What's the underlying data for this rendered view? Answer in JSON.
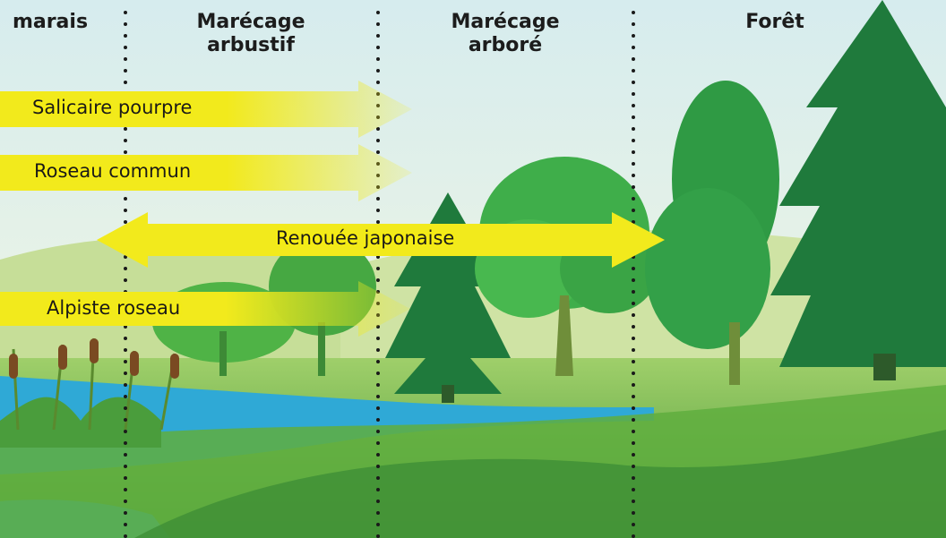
{
  "zones": [
    {
      "label": "marais"
    },
    {
      "label": "Marécage\narbustif"
    },
    {
      "label": "Marécage\narboré"
    },
    {
      "label": "Forêt"
    }
  ],
  "species": [
    {
      "label": "Salicaire pourpre"
    },
    {
      "label": "Roseau commun"
    },
    {
      "label": "Renouée japonaise"
    },
    {
      "label": "Alpiste roseau"
    }
  ],
  "colors": {
    "sky_top": "#dcefee",
    "sky_bottom": "#f6f8e2",
    "hills": "#b9d68c",
    "water": "#2fa9d6",
    "grass_dark": "#2f7f3a",
    "grass_light": "#7cc04a",
    "tree_light": "#3fae4a",
    "tree_dark": "#1f7a3c",
    "arrow_yellow": "#f2ea1c",
    "divider": "#1a1a1a"
  }
}
